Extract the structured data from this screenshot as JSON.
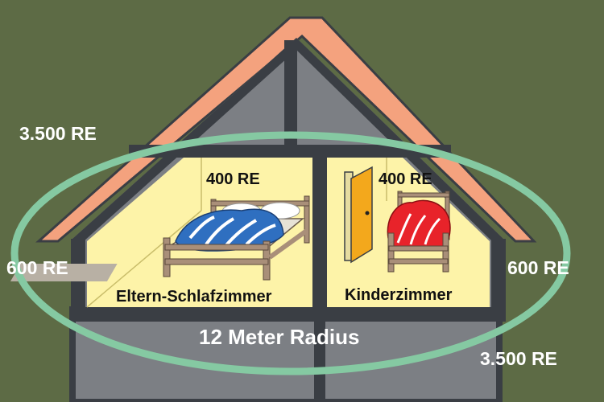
{
  "labels": {
    "total_top": "3.500 RE",
    "total_bottom": "3.500 RE",
    "wall_left": "600 RE",
    "wall_right": "600 RE",
    "bed_parents": "400 RE",
    "bed_child": "400 RE",
    "room_parents": "Eltern-Schlafzimmer",
    "room_child": "Kinderzimmer",
    "radius": "12 Meter Radius"
  },
  "colors": {
    "background": "#5d6b45",
    "roof": "#f4a27e",
    "frame": "#3a3e44",
    "room": "#fdf3a8",
    "ring": "#85c9a2",
    "duvet_parents": "#2f6fc0",
    "duvet_child": "#e8232a",
    "door": "#f3a81c",
    "bed_wood": "#a98f79",
    "text_light": "#ffffff",
    "text_dark": "#111111"
  }
}
